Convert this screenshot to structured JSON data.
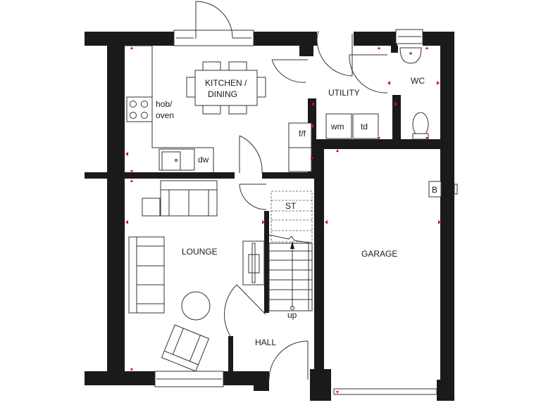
{
  "plan": {
    "rooms": [
      {
        "id": "kitchen",
        "label_line1": "KITCHEN /",
        "label_line2": "DINING"
      },
      {
        "id": "utility",
        "label": "UTILITY"
      },
      {
        "id": "wc",
        "label": "WC"
      },
      {
        "id": "lounge",
        "label": "LOUNGE"
      },
      {
        "id": "hall",
        "label": "HALL"
      },
      {
        "id": "garage",
        "label": "GARAGE"
      }
    ],
    "fixtures": {
      "hob_line1": "hob/",
      "hob_line2": "oven",
      "dishwasher": "dw",
      "fridge_freezer": "f/f",
      "washing_machine": "wm",
      "tumble_dryer": "td",
      "storage": "ST",
      "stairs_up": "up",
      "boiler": "B"
    },
    "colors": {
      "wall": "#1a1a1a",
      "marker": "#e0101a",
      "line": "#333333"
    }
  }
}
